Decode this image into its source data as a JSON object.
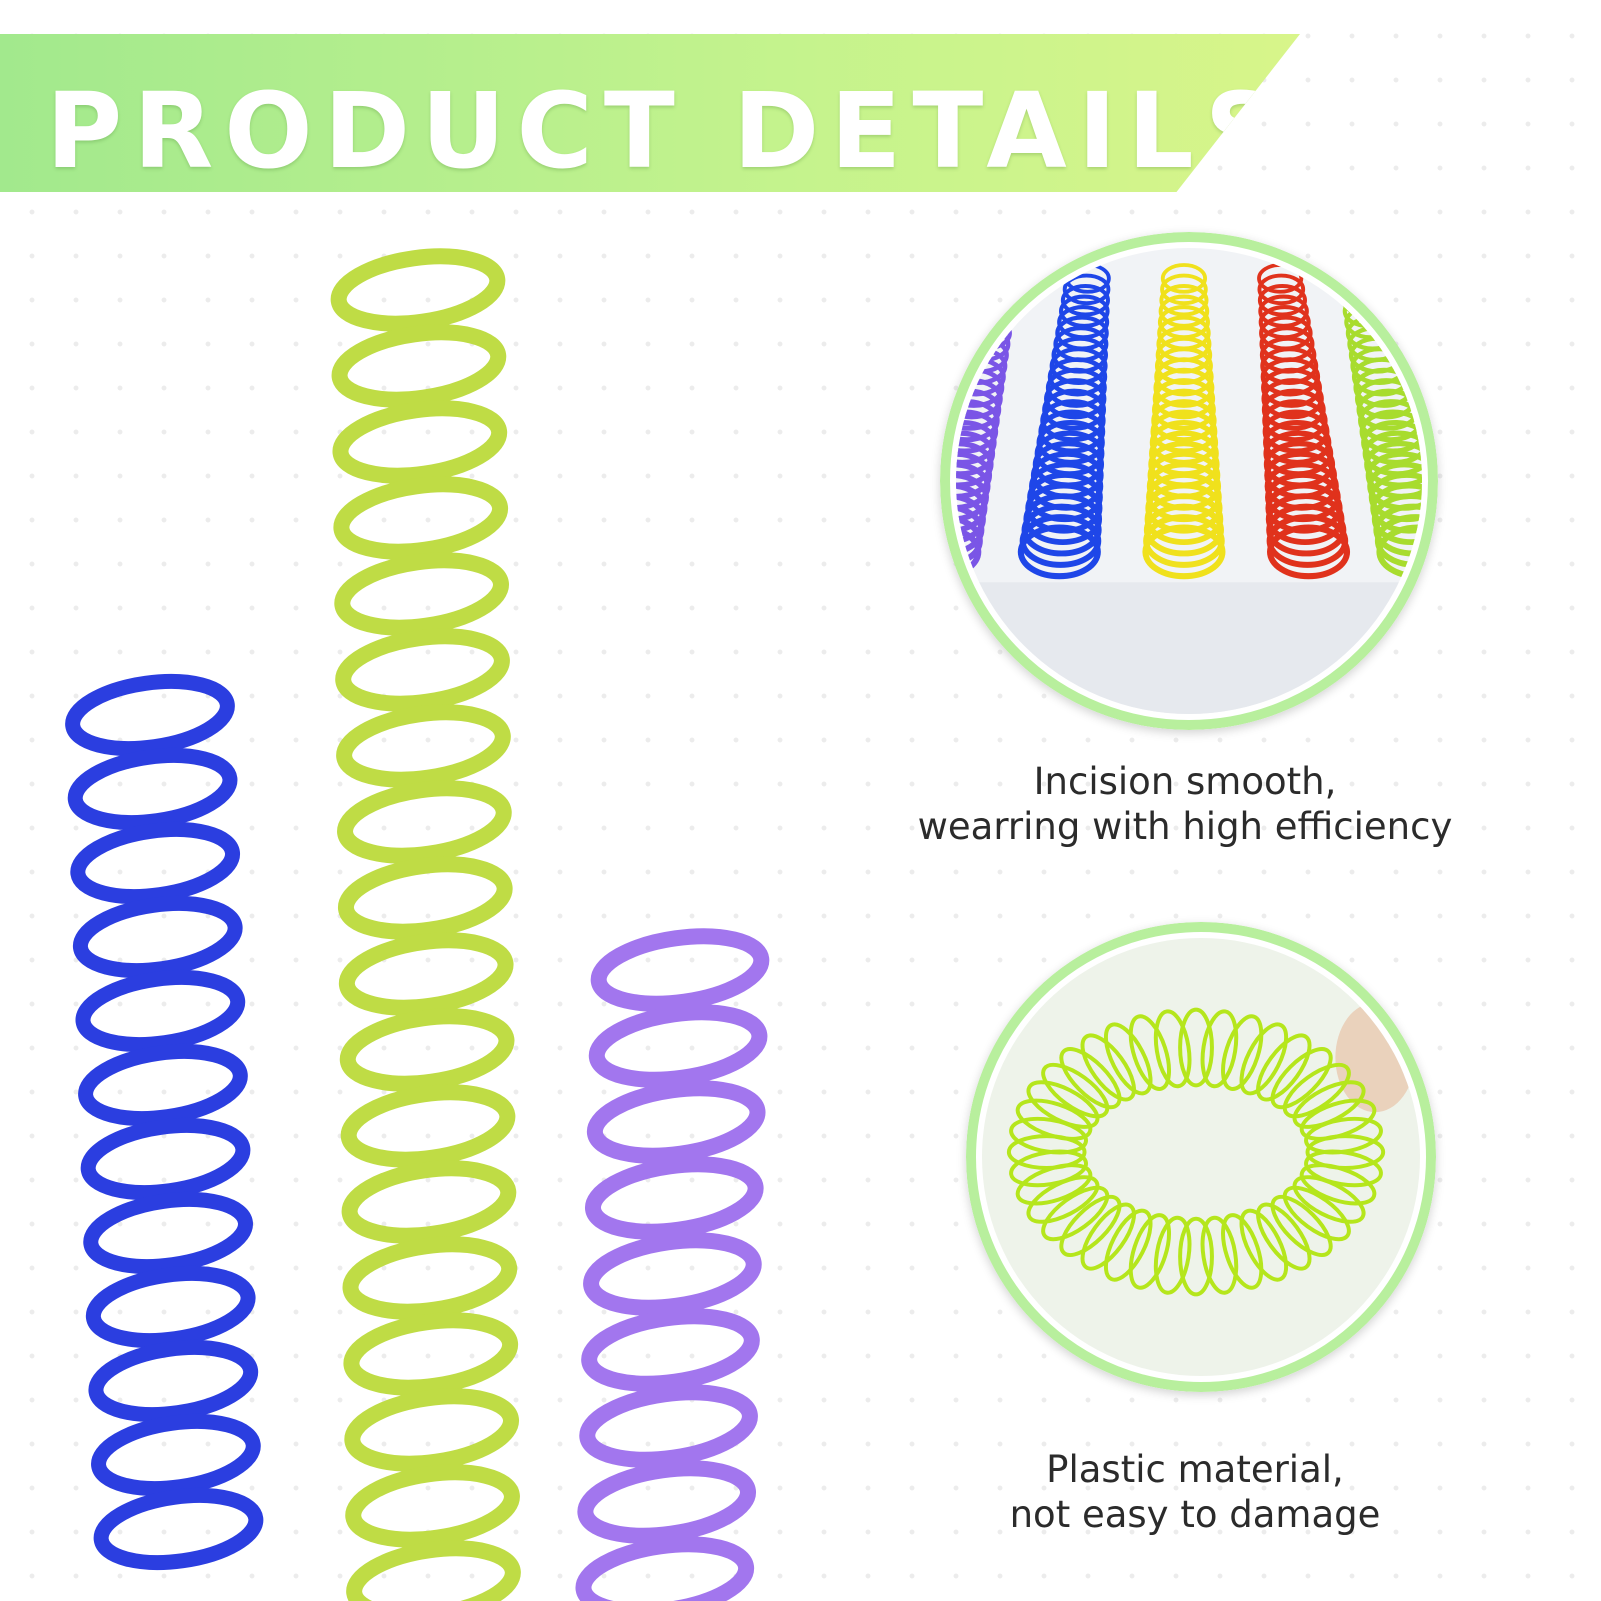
{
  "header": {
    "title": "PRODUCT DETAILS"
  },
  "features": [
    {
      "line1": "Incision smooth,",
      "line2": "wearring with high efficiency"
    },
    {
      "line1": "Plastic material,",
      "line2": "not easy to damage"
    }
  ],
  "colors": {
    "banner": "#b4ee8c",
    "blue_spring": "#2b3ee0",
    "green_spring": "#bfdc45",
    "purple_spring": "#a276ee",
    "ring": "#b8ef9d"
  }
}
